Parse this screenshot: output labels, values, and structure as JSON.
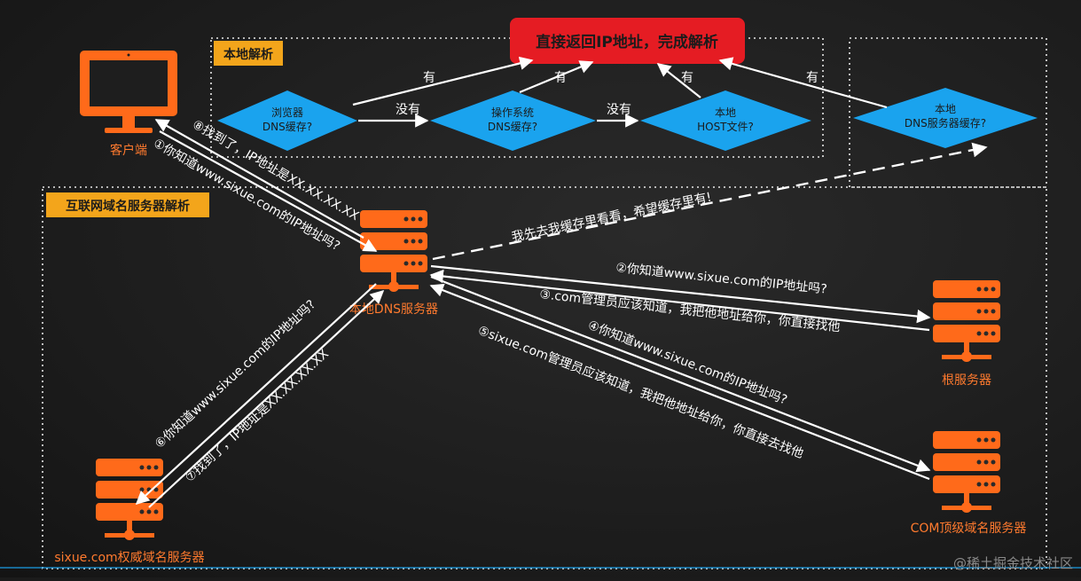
{
  "banner": "直接返回IP地址，完成解析",
  "sections": {
    "local": "本地解析",
    "internet": "互联网域名服务器解析"
  },
  "decisions": {
    "browser": [
      "浏览器",
      "DNS缓存?"
    ],
    "os": [
      "操作系统",
      "DNS缓存?"
    ],
    "host": [
      "本地",
      "HOST文件?"
    ],
    "local_dns": [
      "本地",
      "DNS服务器缓存?"
    ]
  },
  "flow": {
    "yes": "有",
    "no": "没有"
  },
  "nodes": {
    "client": "客户端",
    "local_dns_server": "本地DNS服务器",
    "root_server": "根服务器",
    "com_server": "COM顶级域名服务器",
    "auth_server": "sixue.com权威域名服务器"
  },
  "steps": {
    "s1": "①你知道www.sixue.com的IP地址吗?",
    "s2": "②你知道www.sixue.com的IP地址吗?",
    "s3": "③.com管理员应该知道，我把他地址给你，你直接找他",
    "s4": "④你知道www.sixue.com的IP地址吗?",
    "s5": "⑤sixue.com管理员应该知道，我把他地址给你，你直接去找他",
    "s6": "⑥你知道www.sixue.com的IP地址吗?",
    "s7": "⑦找到了，IP地址是XX.XX.XX.XX",
    "s8": "⑧找到了，IP地址是XX.XX.XX.XX",
    "cache": "我先去我缓存里看看，希望缓存里有!"
  },
  "watermark": "@稀土掘金技术社区",
  "colors": {
    "orange": "#ff6a1a",
    "blue": "#1aa3ee",
    "red": "#e51c23",
    "label_bg": "#f3a51b"
  }
}
